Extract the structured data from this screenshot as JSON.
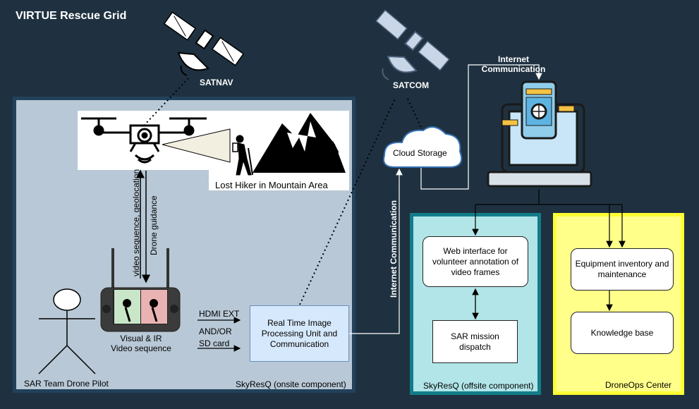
{
  "title": "VIRTUE Rescue Grid",
  "labels": {
    "satnav": "SATNAV",
    "satcom": "SATCOM",
    "internet_communication_top": "Internet\nCommunication",
    "internet_communication_vertical": "Internet Communication",
    "cloud_storage": "Cloud Storage",
    "lost_hiker": "Lost Hiker in Mountain Area",
    "video_sequence_geolocation": "video sequence, geolocation",
    "drone_guidance": "Drone guidance",
    "visual_ir": "Visual & IR\nVideo sequence",
    "sar_team_drone_pilot": "SAR Team Drone Pilot",
    "hdmi_ext": "HDMI EXT",
    "and_or": "AND/OR",
    "sd_card": "SD card",
    "real_time_unit": "Real Time Image Processing Unit and Communication",
    "skyresq_onsite": "SkyResQ (onsite component)",
    "web_interface": "Web interface for volunteer annotation of video frames",
    "sar_mission_dispatch": "SAR mission dispatch",
    "skyresq_offsite": "SkyResQ (offsite component)",
    "equipment_inventory": "Equipment inventory and maintenance",
    "knowledge_base": "Knowledge base",
    "droneops_center": "DroneOps Center"
  }
}
